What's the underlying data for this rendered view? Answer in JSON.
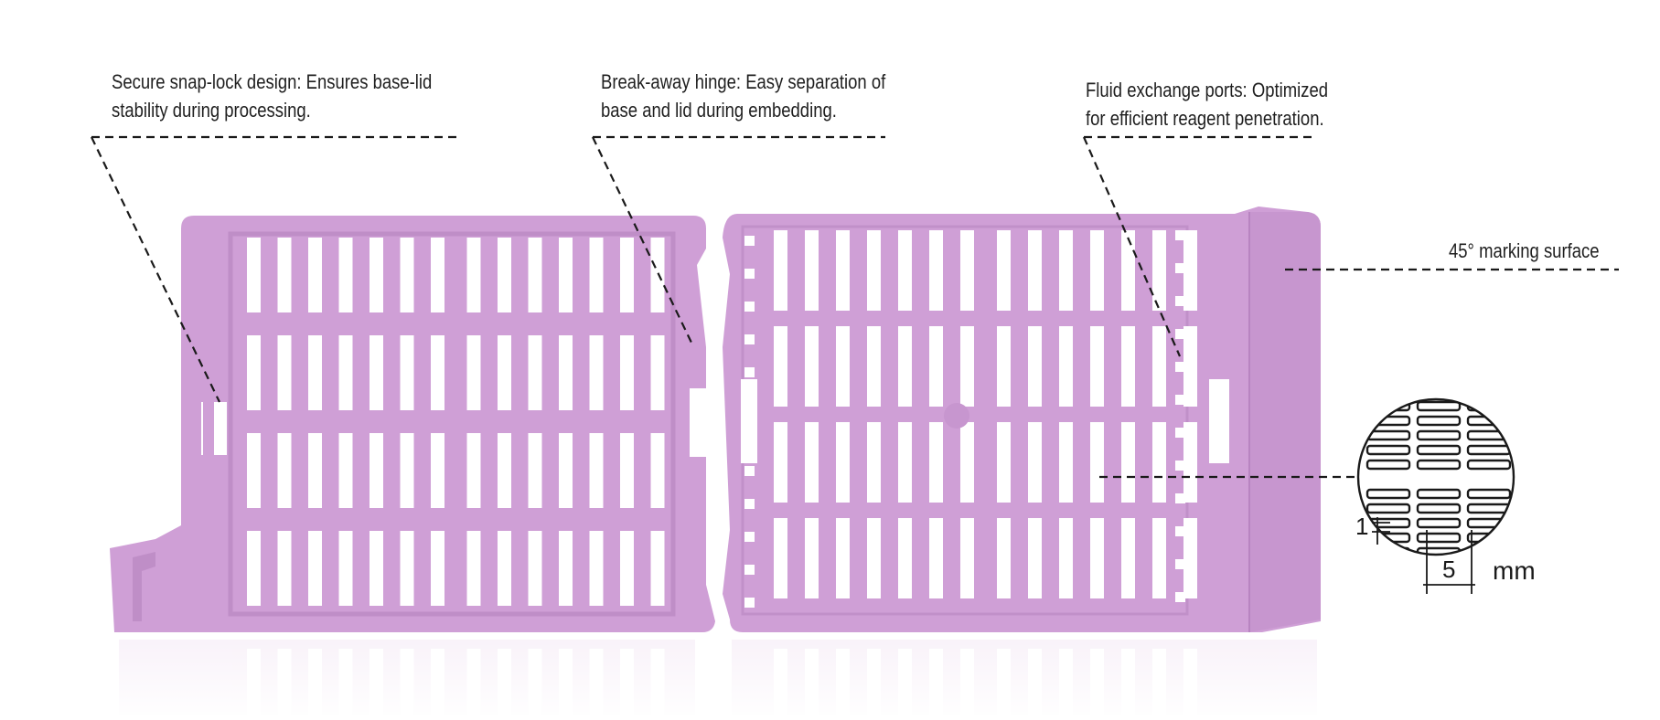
{
  "colors": {
    "cassette": "#cf9fd6",
    "cassette_dark": "#bf8ec7",
    "cassette_light": "#dcb4e2",
    "callout_line": "#1a1a1a"
  },
  "callouts": {
    "snap_lock": {
      "line1": "Secure snap-lock design: Ensures base-lid",
      "line2": "stability during processing."
    },
    "hinge": {
      "line1": "Break-away hinge: Easy separation of",
      "line2": "base and lid during embedding."
    },
    "ports": {
      "line1": "Fluid exchange ports: Optimized",
      "line2": "for efficient reagent penetration."
    },
    "marking": {
      "text": "45° marking surface"
    }
  },
  "detail": {
    "dimension_thickness": "1",
    "dimension_length": "5",
    "unit": "mm"
  }
}
